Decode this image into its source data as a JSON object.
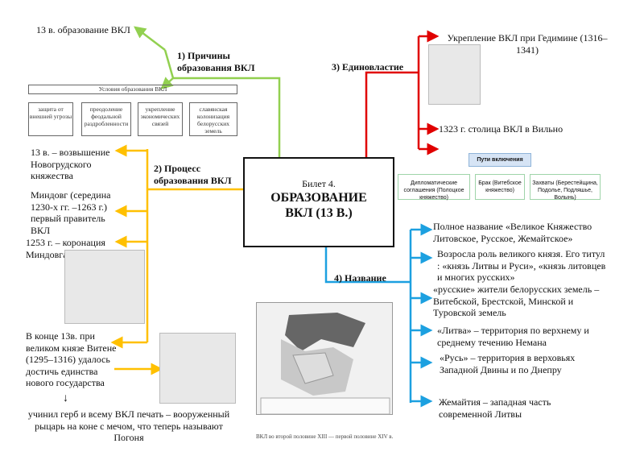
{
  "central": {
    "subtitle": "Билет 4.",
    "title_line1": "ОБРАЗОВАНИЕ",
    "title_line2": "ВКЛ (13 В.)"
  },
  "branch1": {
    "label_line1": "1) Причины",
    "label_line2": "образования ВКЛ",
    "item": "13 в. образование ВКЛ",
    "conditions": {
      "title": "Условия образования ВКЛ",
      "items": [
        "защита от внешней угрозы",
        "преодоление феодальной раздробленности",
        "укрепление экономических связей",
        "славянская колонизация белорусских земель"
      ]
    }
  },
  "branch2": {
    "label_line1": "2) Процесс",
    "label_line2": "образования ВКЛ",
    "items": [
      "13 в. – возвышение Новогрудского княжества",
      "Миндовг (середина 1230-х гг. –1263 г.) первый правитель ВКЛ",
      "1253 г. – коронация Миндовга",
      "В конце 13в. при великом князе Витене (1295–1316) удалось достичь единства нового государства"
    ],
    "arrow": "↓",
    "note": "учинил герб и всему ВКЛ печать – вооруженный рыцарь на коне с мечом, что теперь называют Погоня"
  },
  "branch3": {
    "label": "3) Единовластие",
    "items": [
      "Укрепление ВКЛ при Гедимине (1316–1341)",
      "1323 г. столица ВКЛ в Вильно"
    ],
    "paths": {
      "title": "Пути включения",
      "items": [
        "Дипломатические соглашения (Полоцкое княжество)",
        "Брак (Витебское княжество)",
        "Захваты (Берестейщина, Подолье, Подляшье, Волынь)"
      ]
    }
  },
  "branch4": {
    "label": "4) Название",
    "items": [
      "Полное название «Великое Княжество Литовское, Русское, Жемайтское»",
      "Возросла роль великого князя. Его титул : «князь Литвы и Руси», «князь литовцев и многих русских»",
      "«русские» жители белорусских земель – Витебской, Брестской, Минской и Туровской земель",
      "«Литва» – территория по верхнему и среднему течению Немана",
      "«Русь» – территория в верховьях Западной Двины и по Днепру",
      "Жемайтия – западная часть современной Литвы"
    ],
    "map_caption": "ВКЛ во второй половине XIII — первой половине XIV в."
  },
  "colors": {
    "green": "#92d050",
    "orange": "#ffc000",
    "red": "#e00000",
    "blue": "#1ca0e0"
  }
}
